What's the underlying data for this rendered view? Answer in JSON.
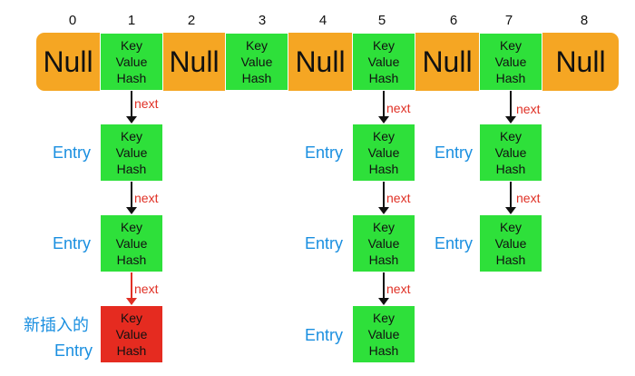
{
  "indices": [
    "0",
    "1",
    "2",
    "3",
    "4",
    "5",
    "6",
    "7",
    "8"
  ],
  "null_label": "Null",
  "node": {
    "key": "Key",
    "value": "Value",
    "hash": "Hash"
  },
  "next_label": "next",
  "entry_label": "Entry",
  "new_entry_label": "新插入的",
  "colors": {
    "bucket_bar": "#f5a623",
    "node": "#2ee03a",
    "new_node": "#e52b20",
    "next_text": "#e03025",
    "entry_text": "#1a8fe0"
  }
}
